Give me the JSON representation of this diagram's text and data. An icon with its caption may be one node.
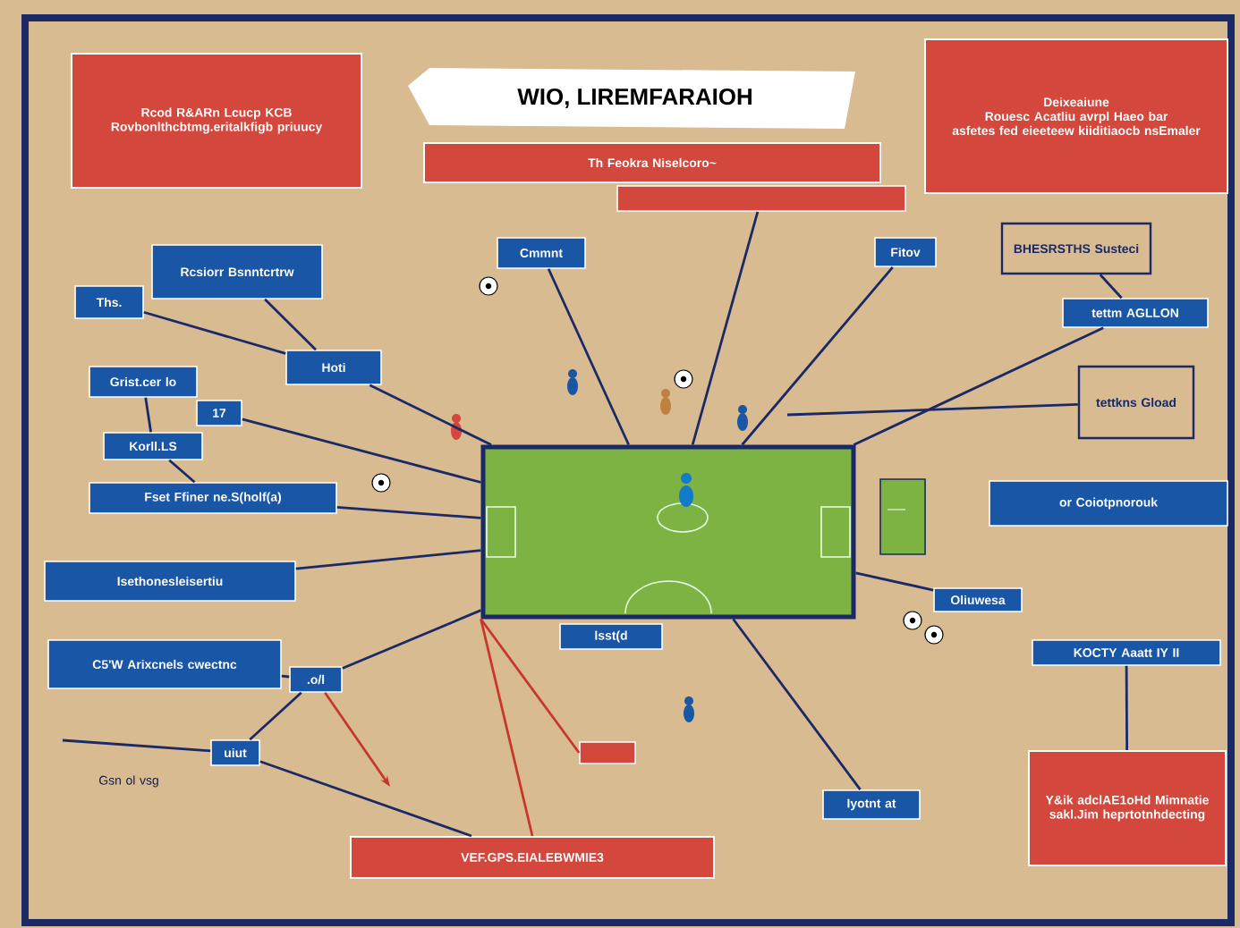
{
  "diagram": {
    "title": "WIO, LIREMFARAIOH",
    "nodes": [
      {
        "text": [
          "Rcod R&ARn Lcucp KCB",
          "Rovbonlthcbtmg.eritalkfigb priuucy"
        ]
      },
      {
        "text": [
          "Th Feokra Niselcoro~"
        ]
      },
      {
        "text": [],
        "shape": "bar"
      },
      {
        "text": [
          "Deixeaiune",
          "Rouesc Acatliu avrpl Haeo bar",
          "asfetes fed eieeteew kiiditiaocb nsEmaler"
        ]
      },
      {
        "text": [
          "Rcsiorr Bsnntcrtrw"
        ]
      },
      {
        "text": [
          "Ths."
        ]
      },
      {
        "text": [
          "Hoti"
        ]
      },
      {
        "text": [
          "Grist.cer lo"
        ]
      },
      {
        "text": [
          "17"
        ]
      },
      {
        "text": [
          "Korll.LS"
        ]
      },
      {
        "text": [
          "Fset Ffiner ne.S(holf(a)"
        ]
      },
      {
        "text": [
          "Cmmnt"
        ]
      },
      {
        "text": [
          "Fitov"
        ]
      },
      {
        "text": [
          "BHESRSTHS Susteci"
        ]
      },
      {
        "text": [
          "tettm AGLLON"
        ]
      },
      {
        "text": [
          "tettkns Gload"
        ]
      },
      {
        "text": [
          "or Coiotpnorouk"
        ]
      },
      {
        "text": [
          "Isethonesleisertiu"
        ]
      },
      {
        "text": [
          "C5'W Arixcnels cwectnc"
        ]
      },
      {
        "text": [
          ".o/l"
        ]
      },
      {
        "text": [
          "uiut"
        ]
      },
      {
        "text": [
          "lsst(d"
        ]
      },
      {
        "text": [
          "Oliuwesa"
        ]
      },
      {
        "text": [
          "KOCTY Aaatt IY II"
        ]
      },
      {
        "text": [
          "Y&ik adclAE1oHd Mimnatie sakl.Jim heprtotnhdecting"
        ]
      },
      {
        "text": [
          "Iyotnt at"
        ]
      },
      {
        "text": [
          "VEF.GPS.EIALEBWMIE3"
        ]
      },
      {
        "text": [],
        "shape": "bar"
      },
      {
        "text": [],
        "shape": "picture"
      }
    ],
    "edges": [
      {
        "from": 5,
        "to": 6,
        "arrow": "none"
      },
      {
        "from": 4,
        "to": 6,
        "arrow": "none"
      },
      {
        "from": 6,
        "to": 28,
        "arrow": "none"
      },
      {
        "from": 11,
        "to": 28,
        "arrow": "none"
      },
      {
        "from": 2,
        "to": 28,
        "arrow": "none"
      },
      {
        "from": 12,
        "to": 28,
        "arrow": "none"
      },
      {
        "from": 14,
        "to": 28,
        "arrow": "none"
      },
      {
        "from": 13,
        "to": 14,
        "arrow": "none"
      },
      {
        "from": 15,
        "to": null,
        "arrow": "none"
      },
      {
        "from": 7,
        "to": 9,
        "arrow": "none"
      },
      {
        "from": 9,
        "to": 10,
        "arrow": "none"
      },
      {
        "from": 8,
        "to": 28,
        "arrow": "none"
      },
      {
        "from": 10,
        "to": 28,
        "arrow": "none"
      },
      {
        "from": 17,
        "to": 28,
        "arrow": "none"
      },
      {
        "from": 18,
        "to": 19,
        "arrow": "none"
      },
      {
        "from": 19,
        "to": 28,
        "arrow": "none"
      },
      {
        "from": 20,
        "to": 19,
        "arrow": "none"
      },
      {
        "from": null,
        "to": 20,
        "arrow": "none"
      },
      {
        "from": 20,
        "to": 26,
        "arrow": "none"
      },
      {
        "from": 19,
        "to": null,
        "arrow": "to",
        "color": "#c8372d"
      },
      {
        "from": 26,
        "to": 28,
        "arrow": "none",
        "color": "#c8372d"
      },
      {
        "from": 27,
        "to": 28,
        "arrow": "none",
        "color": "#c8372d"
      },
      {
        "from": 28,
        "to": 25,
        "arrow": "none"
      },
      {
        "from": 28,
        "to": 22,
        "arrow": "none"
      },
      {
        "from": 23,
        "to": 24,
        "arrow": "none"
      }
    ],
    "labels": [
      "Gsn ol vsg"
    ]
  }
}
